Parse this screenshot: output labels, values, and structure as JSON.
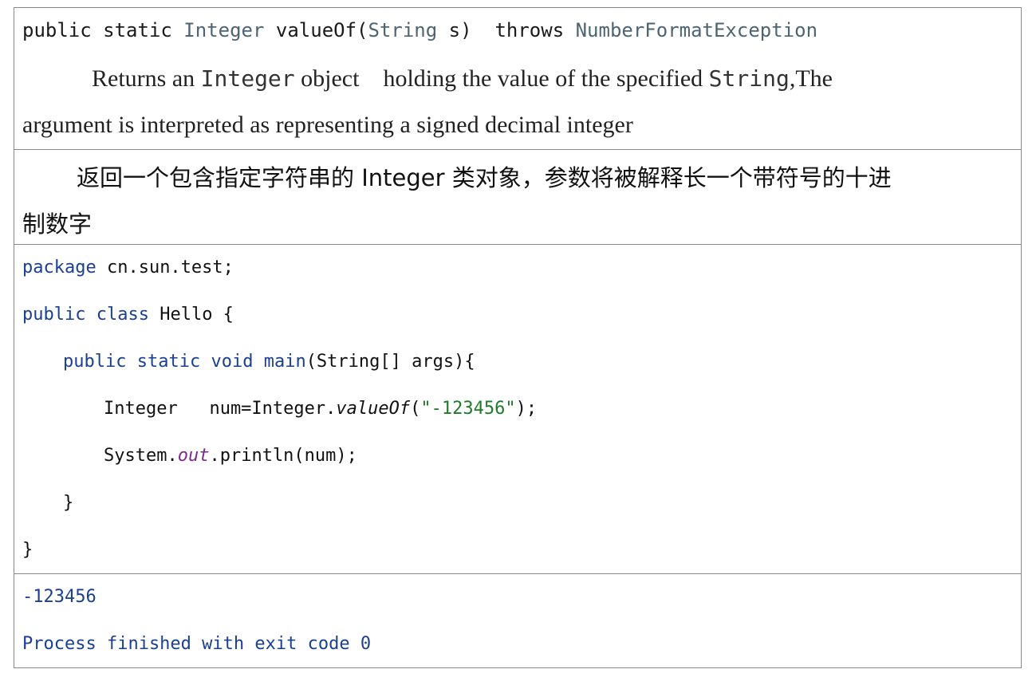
{
  "signature": {
    "modifiers": "public static ",
    "return_type": "Integer",
    "method": " valueOf(",
    "param_type": "String",
    "param_rest": " s)  throws ",
    "exception": "NumberFormatException"
  },
  "description_en": {
    "line1_a": "Returns an ",
    "line1_code1": "Integer",
    "line1_b": " object    holding the value of the specified ",
    "line1_code2": "String",
    "line1_c": ",The",
    "line2": "argument is interpreted as representing a signed decimal integer"
  },
  "description_zh": {
    "line1": "返回一个包含指定字符串的 Integer 类对象，参数将被解释长一个带符号的十进",
    "line2": "制数字"
  },
  "code": {
    "l1_kw": "package",
    "l1_rest": " cn.sun.test;",
    "l2_kw1": "public",
    "l2_kw2": "class",
    "l2_rest": " Hello {",
    "l3_kw1": "public",
    "l3_kw2": "static",
    "l3_kw3": "void",
    "l3_fn": "main",
    "l3_rest": "(String[] args){",
    "l4_a": "Integer   num=Integer.",
    "l4_it": "valueOf",
    "l4_b": "(",
    "l4_str": "\"-123456\"",
    "l4_c": ");",
    "l5_a": "System.",
    "l5_field": "out",
    "l5_b": ".println(num);",
    "l6": "}",
    "l7": "}"
  },
  "output": {
    "line1": "-123456",
    "line2": "Process finished with exit code 0"
  }
}
